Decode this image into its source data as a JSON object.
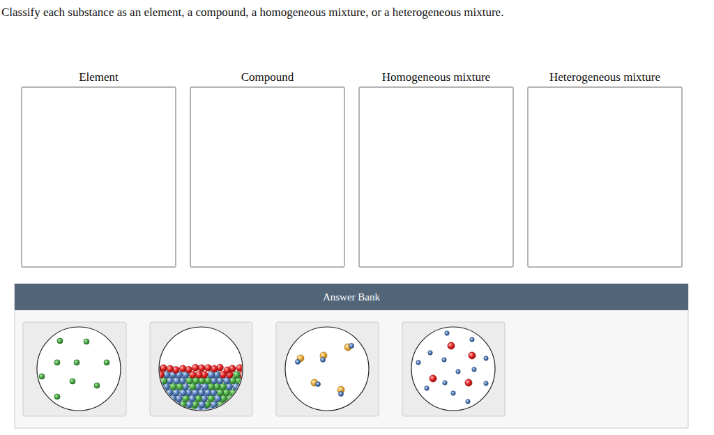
{
  "diagram": {
    "title": "Classify each substance as an element, a compound, a homogeneous mixture, or a heterogeneous mixture.",
    "nodes": [
      {
        "text": [
          "Element"
        ]
      },
      {
        "text": [
          "Compound"
        ]
      },
      {
        "text": [
          "Homogeneous mixture"
        ]
      },
      {
        "text": [
          "Heterogeneous mixture"
        ]
      },
      {
        "text": [
          "Answer Bank"
        ]
      }
    ]
  }
}
